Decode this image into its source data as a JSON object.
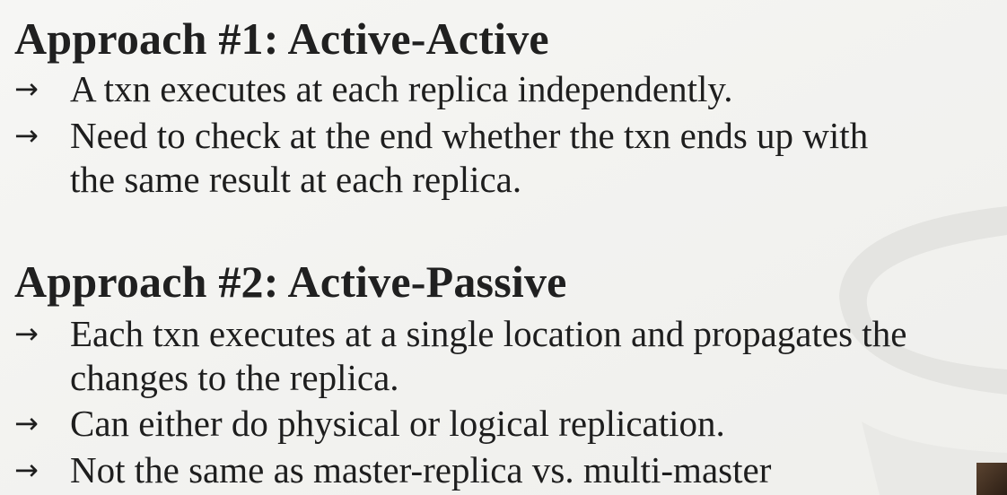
{
  "sections": [
    {
      "title": "Approach #1: Active-Active",
      "bullets": [
        {
          "arrow": "→",
          "lines": [
            "A txn executes at each replica independently."
          ]
        },
        {
          "arrow": "→",
          "lines": [
            "Need to check at the end whether the txn ends up with",
            "the same result at each replica."
          ]
        }
      ]
    },
    {
      "title": "Approach #2: Active-Passive",
      "bullets": [
        {
          "arrow": "→",
          "lines": [
            "Each txn executes at a single location and propagates the",
            "changes to the replica."
          ]
        },
        {
          "arrow": "→",
          "lines": [
            "Can either do physical or logical replication."
          ]
        },
        {
          "arrow": "→",
          "lines": [
            "Not the same as master-replica vs. multi-master"
          ]
        }
      ]
    }
  ]
}
